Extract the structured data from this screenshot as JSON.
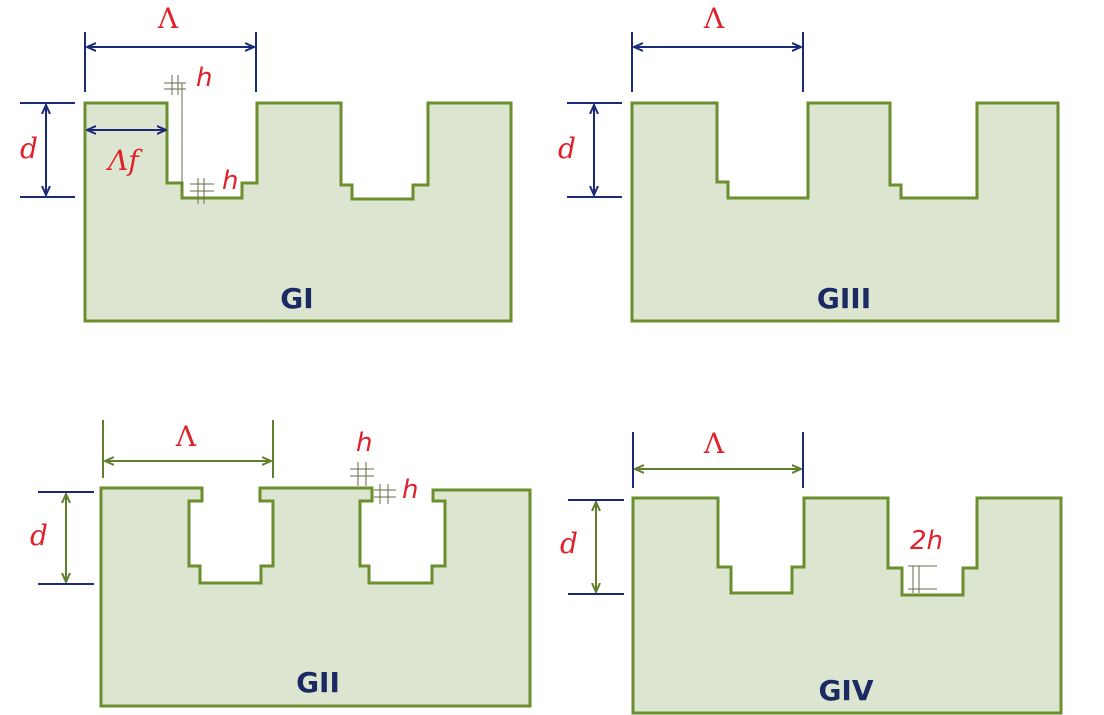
{
  "panels": [
    {
      "id": "GI",
      "name": "GI",
      "period_label": "Λ",
      "depth_label": "d",
      "fill_label": "Λf",
      "step_label_top": "h",
      "step_label_bottom": "h"
    },
    {
      "id": "GIII",
      "name": "GIII",
      "period_label": "Λ",
      "depth_label": "d"
    },
    {
      "id": "GII",
      "name": "GII",
      "period_label": "Λ",
      "depth_label": "d",
      "step_label_top": "h",
      "step_label_side": "h"
    },
    {
      "id": "GIV",
      "name": "GIV",
      "period_label": "Λ",
      "depth_label": "d",
      "step_label": "2h"
    }
  ],
  "colors": {
    "substrate_fill": "#dce5cf",
    "substrate_outline": "#6b8e2e",
    "label_red": "#e0202a",
    "name_navy": "#1c2a63",
    "dimension_blue": "#1a2a78",
    "dimension_green": "#5f7f2a"
  }
}
